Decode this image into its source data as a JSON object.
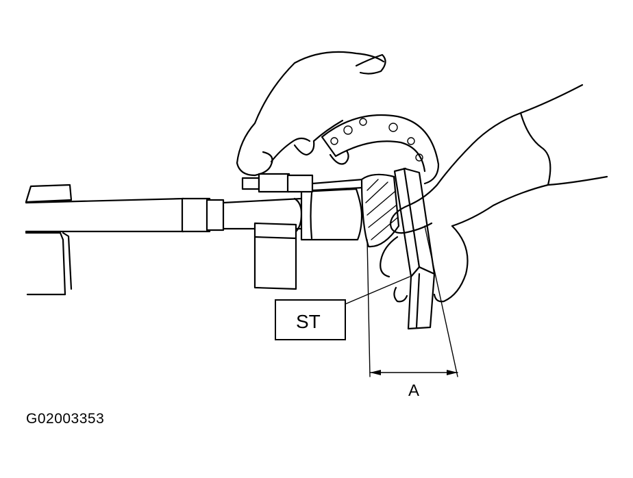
{
  "labels": {
    "tool": "ST",
    "dimension": "A"
  },
  "figure_code": "G02003353"
}
